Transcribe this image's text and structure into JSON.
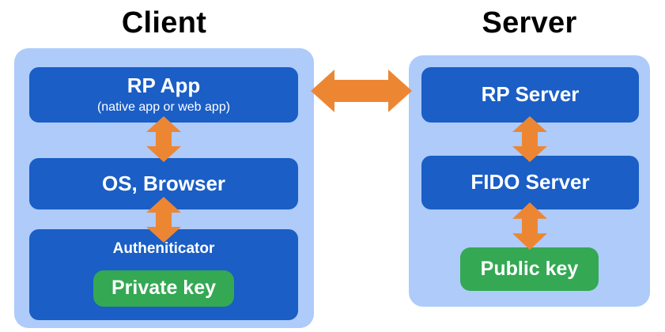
{
  "colors": {
    "container_blue": "#AECBFA",
    "box_blue": "#1A5EC6",
    "key_green": "#34A853",
    "arrow_orange": "#ED8633",
    "title_color": "#000000",
    "box_text": "#FFFFFF"
  },
  "client": {
    "title": "Client",
    "rp_app": {
      "label": "RP App",
      "sublabel": "(native app or web app)"
    },
    "os_browser": {
      "label": "OS, Browser"
    },
    "authenticator": {
      "label": "Autheniticator"
    },
    "private_key": {
      "label": "Private key"
    }
  },
  "server": {
    "title": "Server",
    "rp_server": {
      "label": "RP Server"
    },
    "fido_server": {
      "label": "FIDO Server"
    },
    "public_key": {
      "label": "Public key"
    }
  },
  "connections": [
    {
      "from": "RP App",
      "to": "RP Server",
      "style": "bidirectional-horizontal"
    },
    {
      "from": "RP App",
      "to": "OS, Browser",
      "style": "bidirectional-vertical"
    },
    {
      "from": "OS, Browser",
      "to": "Autheniticator",
      "style": "bidirectional-vertical"
    },
    {
      "from": "RP Server",
      "to": "FIDO Server",
      "style": "bidirectional-vertical"
    },
    {
      "from": "FIDO Server",
      "to": "Public key",
      "style": "bidirectional-vertical"
    }
  ]
}
